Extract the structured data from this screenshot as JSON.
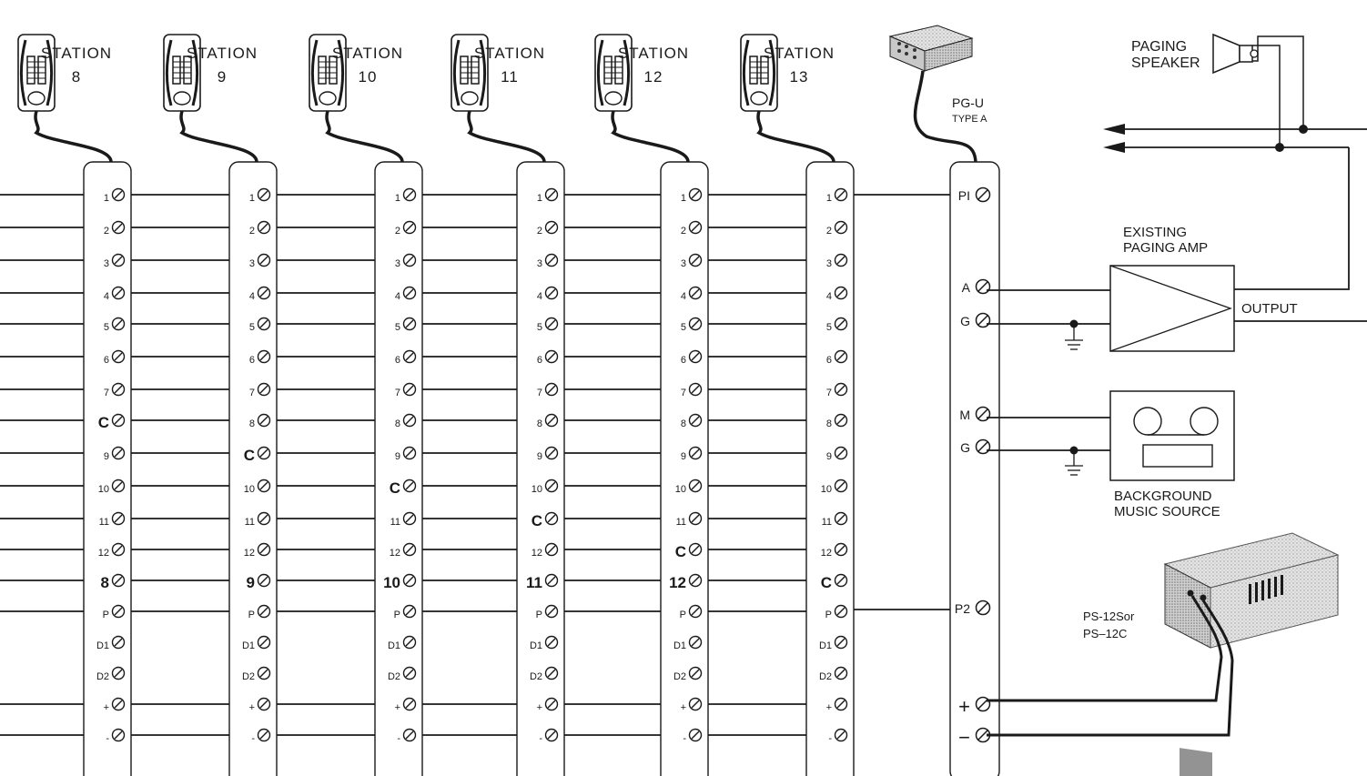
{
  "stations": [
    {
      "label": "STATION",
      "number": "8",
      "common_row": 7,
      "terminal_labels": [
        "1",
        "2",
        "3",
        "4",
        "5",
        "6",
        "7",
        "C",
        "9",
        "10",
        "11",
        "12",
        "8",
        "P",
        "D1",
        "D2",
        "+",
        "-"
      ]
    },
    {
      "label": "STATION",
      "number": "9",
      "common_row": 8,
      "terminal_labels": [
        "1",
        "2",
        "3",
        "4",
        "5",
        "6",
        "7",
        "8",
        "C",
        "10",
        "11",
        "12",
        "9",
        "P",
        "D1",
        "D2",
        "+",
        "-"
      ]
    },
    {
      "label": "STATION",
      "number": "10",
      "common_row": 9,
      "terminal_labels": [
        "1",
        "2",
        "3",
        "4",
        "5",
        "6",
        "7",
        "8",
        "9",
        "C",
        "11",
        "12",
        "10",
        "P",
        "D1",
        "D2",
        "+",
        "-"
      ]
    },
    {
      "label": "STATION",
      "number": "11",
      "common_row": 10,
      "terminal_labels": [
        "1",
        "2",
        "3",
        "4",
        "5",
        "6",
        "7",
        "8",
        "9",
        "10",
        "C",
        "12",
        "11",
        "P",
        "D1",
        "D2",
        "+",
        "-"
      ]
    },
    {
      "label": "STATION",
      "number": "12",
      "common_row": 11,
      "terminal_labels": [
        "1",
        "2",
        "3",
        "4",
        "5",
        "6",
        "7",
        "8",
        "9",
        "10",
        "11",
        "C",
        "12",
        "P",
        "D1",
        "D2",
        "+",
        "-"
      ]
    },
    {
      "label": "STATION",
      "number": "13",
      "common_row": 12,
      "terminal_labels": [
        "1",
        "2",
        "3",
        "4",
        "5",
        "6",
        "7",
        "8",
        "9",
        "10",
        "11",
        "12",
        "C",
        "P",
        "D1",
        "D2",
        "+",
        "-"
      ]
    }
  ],
  "pgu": {
    "name": "PG-U",
    "type": "TYPE A",
    "terminals": [
      "PI",
      "A",
      "G",
      "M",
      "G",
      "P2",
      "+",
      "−"
    ]
  },
  "paging_speaker": {
    "line1": "PAGING",
    "line2": "SPEAKER"
  },
  "amp": {
    "line1": "EXISTING",
    "line2": "PAGING  AMP",
    "output": "OUTPUT"
  },
  "music": {
    "line1": "BACKGROUND",
    "line2": "MUSIC  SOURCE"
  },
  "power_supply": {
    "line1": "PS-12Sor",
    "line2": "PS–12C"
  },
  "colors": {
    "ink": "#1a1a1a",
    "device_fill": "#d9d9d9",
    "device_dark": "#555555"
  },
  "icons": [
    "telephone-handset-icon",
    "speaker-icon",
    "amplifier-icon",
    "tape-deck-icon",
    "power-supply-icon",
    "ground-icon",
    "arrow-left-icon"
  ]
}
